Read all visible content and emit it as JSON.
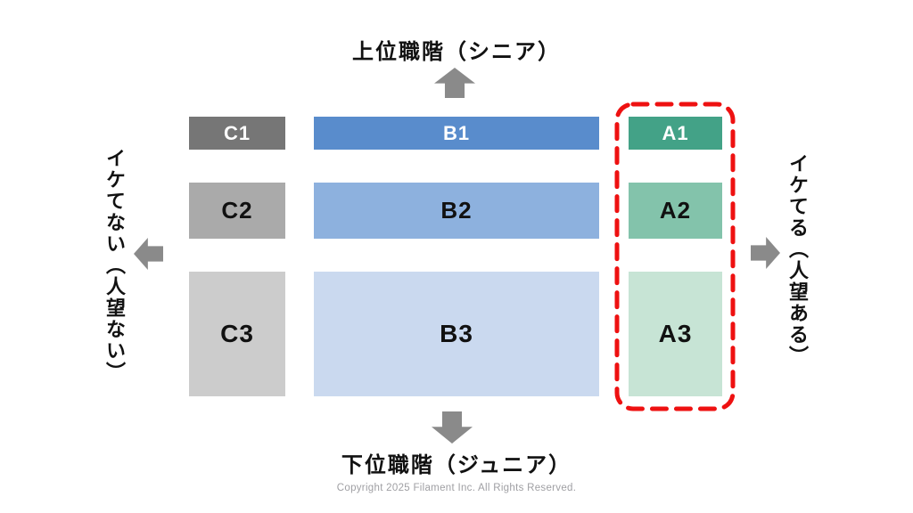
{
  "axes": {
    "top_label": "上位職階（シニア）",
    "bottom_label": "下位職階（ジュニア）",
    "left_label": "イケてない（人望ない）",
    "right_label": "イケてる（人望ある）"
  },
  "cells": [
    {
      "id": "C1",
      "label": "C1",
      "bg": "#767676",
      "fg": "#ffffff"
    },
    {
      "id": "B1",
      "label": "B1",
      "bg": "#598ccc",
      "fg": "#ffffff"
    },
    {
      "id": "A1",
      "label": "A1",
      "bg": "#43a287",
      "fg": "#ffffff"
    },
    {
      "id": "C2",
      "label": "C2",
      "bg": "#aaaaaa",
      "fg": "#111111"
    },
    {
      "id": "B2",
      "label": "B2",
      "bg": "#8db1de",
      "fg": "#111111"
    },
    {
      "id": "A2",
      "label": "A2",
      "bg": "#83c3ab",
      "fg": "#111111"
    },
    {
      "id": "C3",
      "label": "C3",
      "bg": "#cccccc",
      "fg": "#111111"
    },
    {
      "id": "B3",
      "label": "B3",
      "bg": "#cad9ef",
      "fg": "#111111"
    },
    {
      "id": "A3",
      "label": "A3",
      "bg": "#c7e4d5",
      "fg": "#111111"
    }
  ],
  "highlight": {
    "color": "#ee1111"
  },
  "icons": {
    "arrow_color": "#8a8a8a"
  },
  "footer": {
    "copyright": "Copyright 2025 Filament Inc. All Rights Reserved."
  }
}
